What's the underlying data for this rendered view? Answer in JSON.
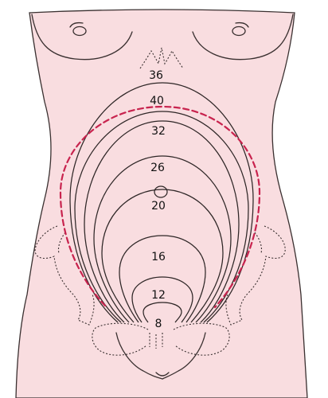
{
  "diagram": {
    "colors": {
      "skin": "#f9dde0",
      "line": "#2e2626",
      "dashed_contour": "#c8234e"
    },
    "contour_labels": {
      "w36": "36",
      "w40": "40",
      "w32": "32",
      "w26": "26",
      "w20": "20",
      "w16": "16",
      "w12": "12",
      "w8": "8"
    }
  }
}
